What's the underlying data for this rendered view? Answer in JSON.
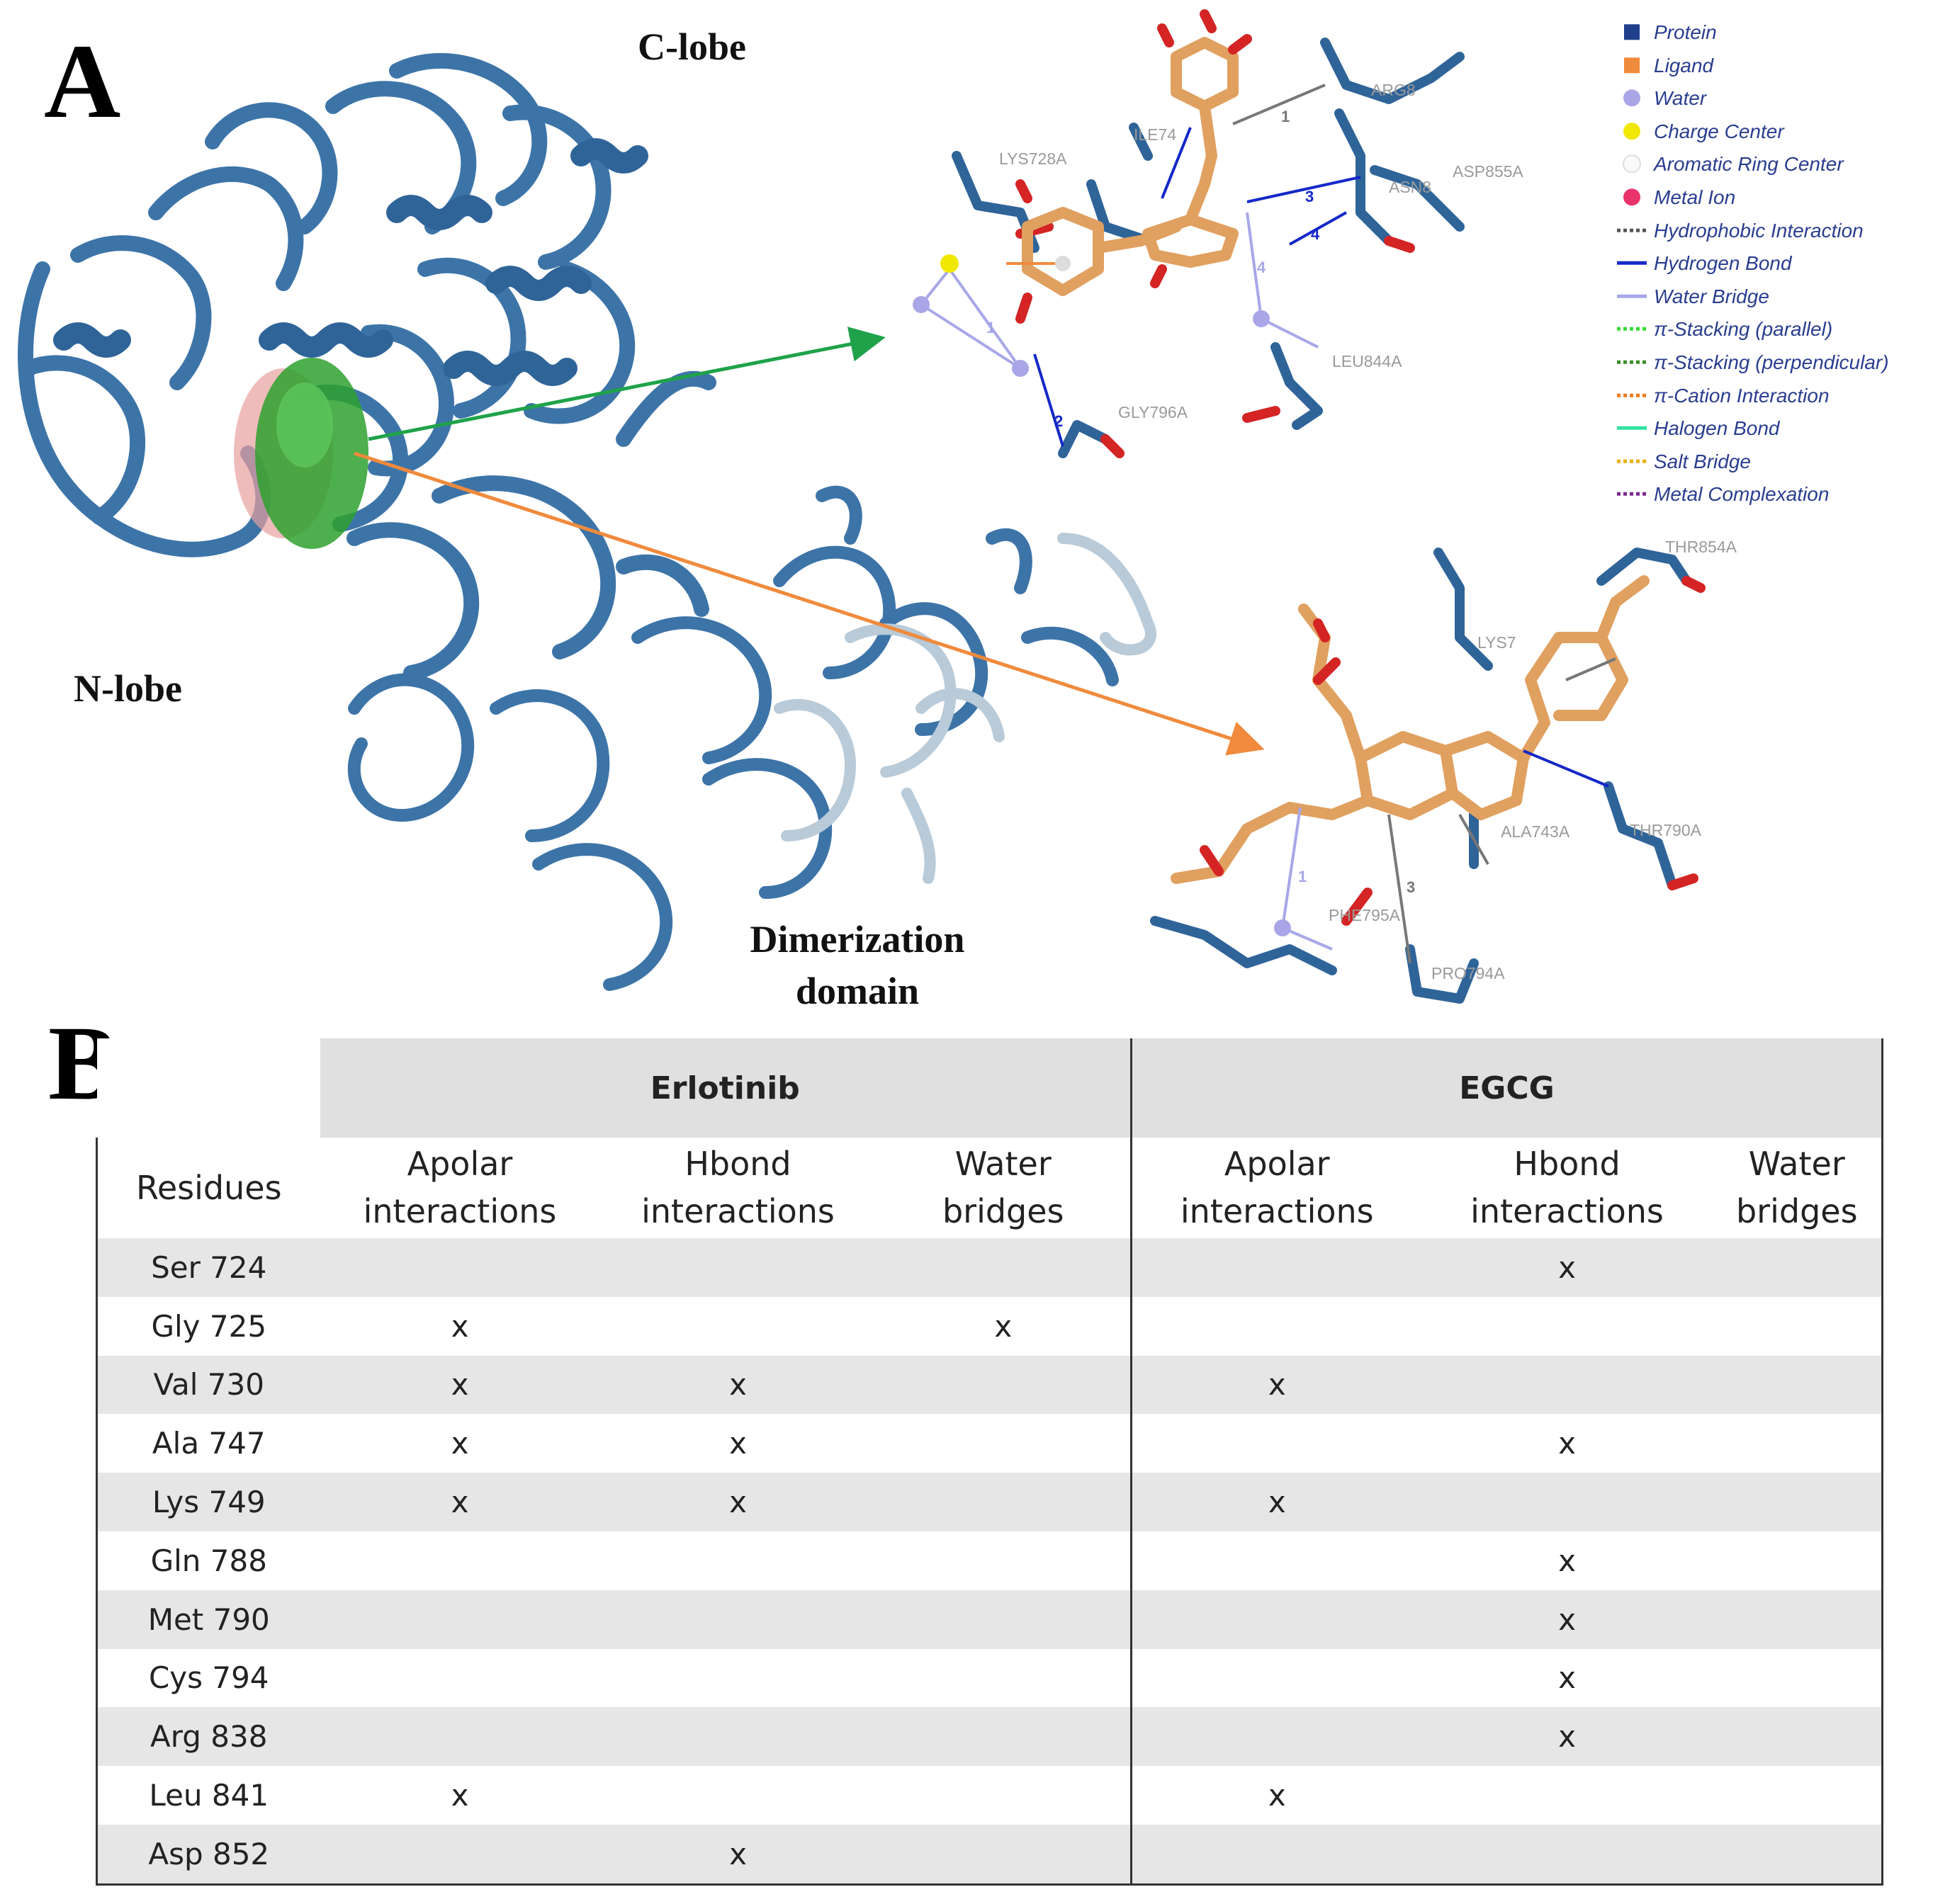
{
  "panel_a": {
    "letter": "A",
    "labels": {
      "c_lobe": "C-lobe",
      "n_lobe": "N-lobe",
      "dimerization": "Dimerization",
      "dimerization_line2": "domain"
    },
    "top_complex": {
      "residue_labels": [
        "LYS728A",
        "ILE74",
        "ARG8",
        "ASP855A",
        "ASN8",
        "LEU844A",
        "GLY796A"
      ],
      "bond_numbers": [
        "1",
        "3",
        "4",
        "4",
        "1",
        "2"
      ]
    },
    "bottom_complex": {
      "residue_labels": [
        "THR854A",
        "LYS7",
        "ALA743A",
        "THR790A",
        "PHE795A",
        "PRO794A"
      ],
      "bond_numbers": [
        "1",
        "3"
      ]
    },
    "legend": [
      {
        "label": "Protein",
        "symbol": "square",
        "color": "#1f3f8c"
      },
      {
        "label": "Ligand",
        "symbol": "square",
        "color": "#f08a3c"
      },
      {
        "label": "Water",
        "symbol": "circle",
        "color": "#a9a6e8"
      },
      {
        "label": "Charge Center",
        "symbol": "circle",
        "color": "#f0e800"
      },
      {
        "label": "Aromatic Ring Center",
        "symbol": "circle-outline",
        "color": "#dddddd"
      },
      {
        "label": "Metal Ion",
        "symbol": "circle",
        "color": "#e8336b"
      },
      {
        "label": "Hydrophobic Interaction",
        "symbol": "dotted",
        "color": "#555555"
      },
      {
        "label": "Hydrogen Bond",
        "symbol": "solid",
        "color": "#1528c8"
      },
      {
        "label": "Water Bridge",
        "symbol": "solid",
        "color": "#a7a7e8"
      },
      {
        "label": "π-Stacking (parallel)",
        "symbol": "dotted",
        "color": "#33dd33"
      },
      {
        "label": "π-Stacking (perpendicular)",
        "symbol": "dotted",
        "color": "#3c8c2a"
      },
      {
        "label": "π-Cation Interaction",
        "symbol": "dotted",
        "color": "#f07a1a"
      },
      {
        "label": "Halogen Bond",
        "symbol": "solid",
        "color": "#33e0a0"
      },
      {
        "label": "Salt Bridge",
        "symbol": "dotted",
        "color": "#e8b000"
      },
      {
        "label": "Metal Complexation",
        "symbol": "dotted",
        "color": "#7a2a8c"
      }
    ]
  },
  "panel_b": {
    "letter": "B",
    "groups": [
      "Erlotinib",
      "EGCG"
    ],
    "subheaders": {
      "residues": "Residues",
      "apolar": [
        "Apolar",
        "interactions"
      ],
      "hbond": [
        "Hbond",
        "interactions"
      ],
      "water": [
        "Water",
        "bridges"
      ]
    },
    "rows": [
      {
        "residue": "Ser 724",
        "cells": [
          "",
          "",
          "",
          "",
          "x",
          ""
        ]
      },
      {
        "residue": "Gly 725",
        "cells": [
          "x",
          "",
          "x",
          "",
          "",
          ""
        ]
      },
      {
        "residue": "Val 730",
        "cells": [
          "x",
          "x",
          "",
          "x",
          "",
          ""
        ]
      },
      {
        "residue": "Ala 747",
        "cells": [
          "x",
          "x",
          "",
          "",
          "x",
          ""
        ]
      },
      {
        "residue": "Lys 749",
        "cells": [
          "x",
          "x",
          "",
          "x",
          "",
          ""
        ]
      },
      {
        "residue": "Gln 788",
        "cells": [
          "",
          "",
          "",
          "",
          "x",
          ""
        ]
      },
      {
        "residue": "Met 790",
        "cells": [
          "",
          "",
          "",
          "",
          "x",
          ""
        ]
      },
      {
        "residue": "Cys 794",
        "cells": [
          "",
          "",
          "",
          "",
          "x",
          ""
        ]
      },
      {
        "residue": "Arg 838",
        "cells": [
          "",
          "",
          "",
          "",
          "x",
          ""
        ]
      },
      {
        "residue": "Leu 841",
        "cells": [
          "x",
          "",
          "",
          "x",
          "",
          ""
        ]
      },
      {
        "residue": "Asp 852",
        "cells": [
          "",
          "x",
          "",
          "",
          "",
          ""
        ]
      }
    ]
  }
}
